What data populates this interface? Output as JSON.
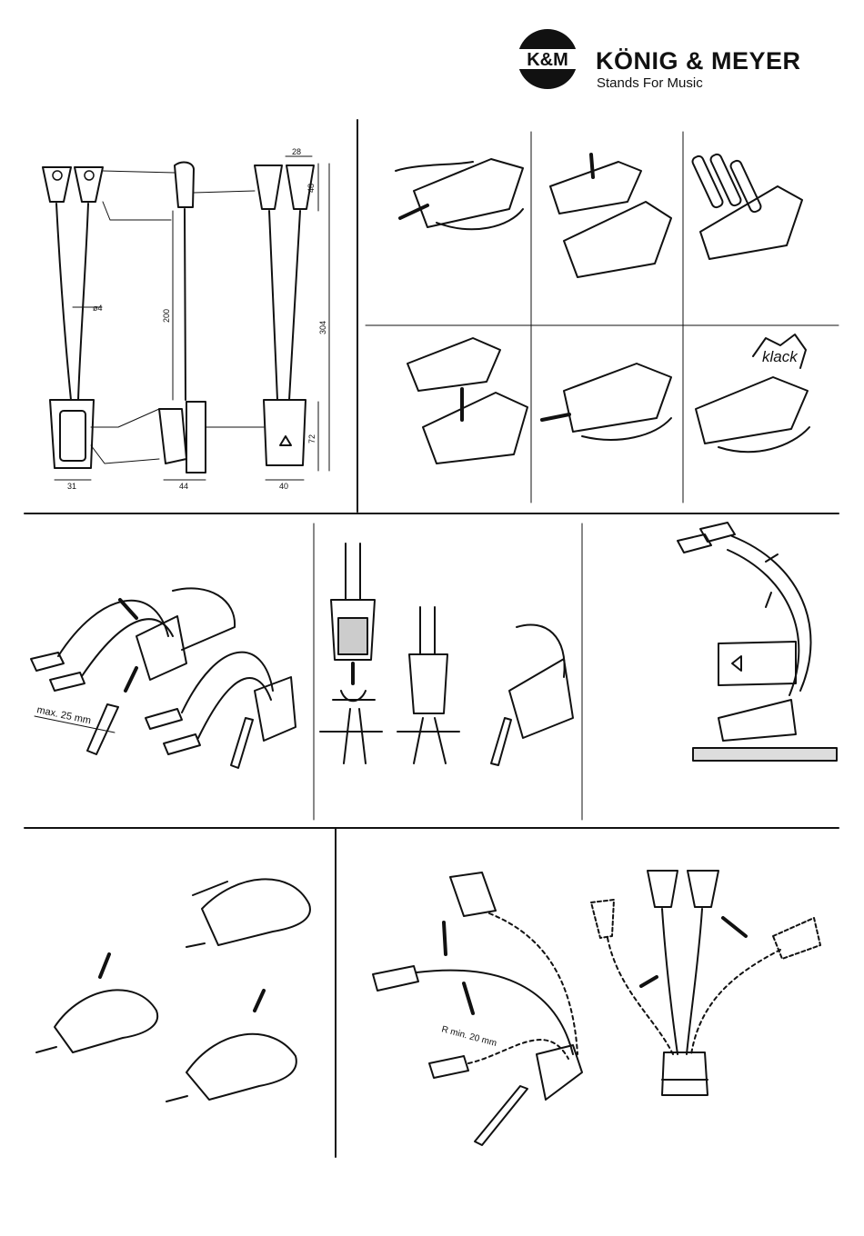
{
  "header": {
    "logo_mark": "K&M",
    "brand_name": "KÖNIG & MEYER",
    "tagline": "Stands For Music"
  },
  "dimensions": {
    "head_width": "28",
    "head_height": "48",
    "tube_diameter": "ø4",
    "gooseneck_length": "200",
    "total_height": "304",
    "clip_height": "72",
    "base_width_front": "31",
    "base_width_side": "44",
    "base_width_back": "40"
  },
  "labels": {
    "clamp_max": "max. 25 mm",
    "battery_click": "klack",
    "bend_radius": "R min. 20 mm"
  },
  "colors": {
    "ink": "#111111",
    "paper": "#ffffff",
    "shade": "#888888"
  }
}
